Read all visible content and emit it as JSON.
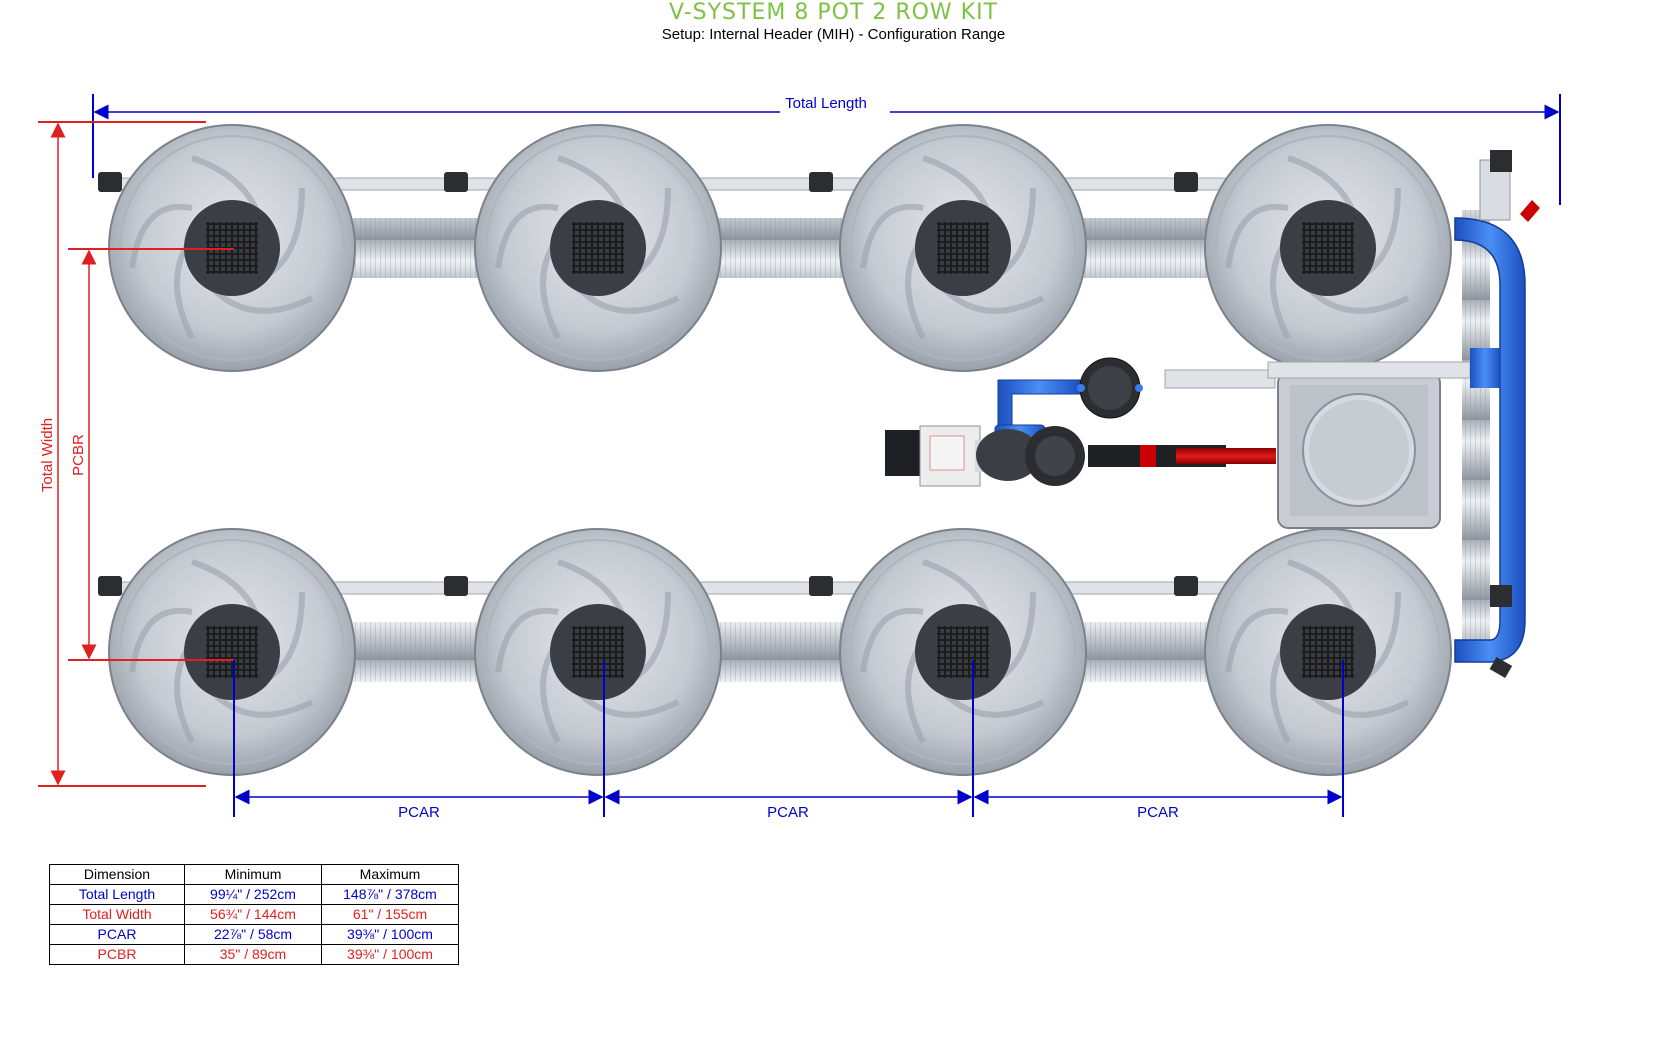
{
  "header": {
    "title": "V-SYSTEM 8 POT 2 ROW KIT",
    "subtitle": "Setup: Internal Header (MIH) - Configuration Range"
  },
  "labels": {
    "total_length": "Total Length",
    "total_width": "Total Width",
    "pcbr": "PCBR",
    "pcar_1": "PCAR",
    "pcar_2": "PCAR",
    "pcar_3": "PCAR"
  },
  "colors": {
    "title": "#7dc242",
    "length_dims": "#0000cc",
    "width_dims": "#e02020",
    "header_pipe": "#2f6fe0",
    "feed_line": "#cc0000"
  },
  "table": {
    "headers": [
      "Dimension",
      "Minimum",
      "Maximum"
    ],
    "rows": [
      {
        "name": "Total Length",
        "min": "99¼\" / 252cm",
        "max": "148⅞\" / 378cm",
        "color": "#0000cc"
      },
      {
        "name": "Total Width",
        "min": "56¾\" / 144cm",
        "max": "61\" / 155cm",
        "color": "#e02020"
      },
      {
        "name": "PCAR",
        "min": "22⅞\" / 58cm",
        "max": "39⅜\" / 100cm",
        "color": "#0000cc"
      },
      {
        "name": "PCBR",
        "min": "35\" / 89cm",
        "max": "39⅜\" / 100cm",
        "color": "#e02020"
      }
    ]
  }
}
